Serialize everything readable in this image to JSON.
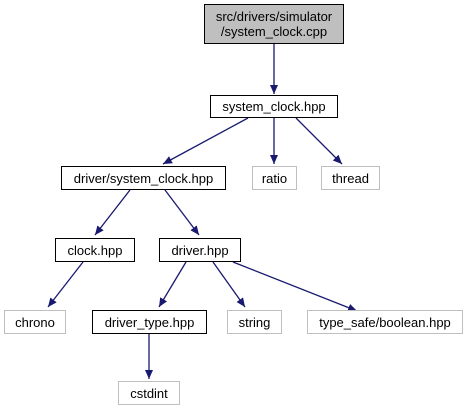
{
  "graph": {
    "root": {
      "line1": "src/drivers/simulator",
      "line2": "/system_clock.cpp"
    },
    "nodes": {
      "system_clock_hpp": "system_clock.hpp",
      "driver_system_clock_hpp": "driver/system_clock.hpp",
      "ratio": "ratio",
      "thread": "thread",
      "clock_hpp": "clock.hpp",
      "driver_hpp": "driver.hpp",
      "chrono": "chrono",
      "driver_type_hpp": "driver_type.hpp",
      "string": "string",
      "type_safe_boolean_hpp": "type_safe/boolean.hpp",
      "cstdint": "cstdint"
    },
    "edges": [
      {
        "from": "src/drivers/simulator/system_clock.cpp",
        "to": "system_clock.hpp"
      },
      {
        "from": "system_clock.hpp",
        "to": "driver/system_clock.hpp"
      },
      {
        "from": "system_clock.hpp",
        "to": "ratio"
      },
      {
        "from": "system_clock.hpp",
        "to": "thread"
      },
      {
        "from": "driver/system_clock.hpp",
        "to": "clock.hpp"
      },
      {
        "from": "driver/system_clock.hpp",
        "to": "driver.hpp"
      },
      {
        "from": "clock.hpp",
        "to": "chrono"
      },
      {
        "from": "driver.hpp",
        "to": "driver_type.hpp"
      },
      {
        "from": "driver.hpp",
        "to": "string"
      },
      {
        "from": "driver.hpp",
        "to": "type_safe/boolean.hpp"
      },
      {
        "from": "driver_type.hpp",
        "to": "cstdint"
      }
    ],
    "colors": {
      "edge": "#191970",
      "root_fill": "#bfbfbf",
      "linked_border": "#000000",
      "external_border": "#bfbfbf"
    }
  }
}
